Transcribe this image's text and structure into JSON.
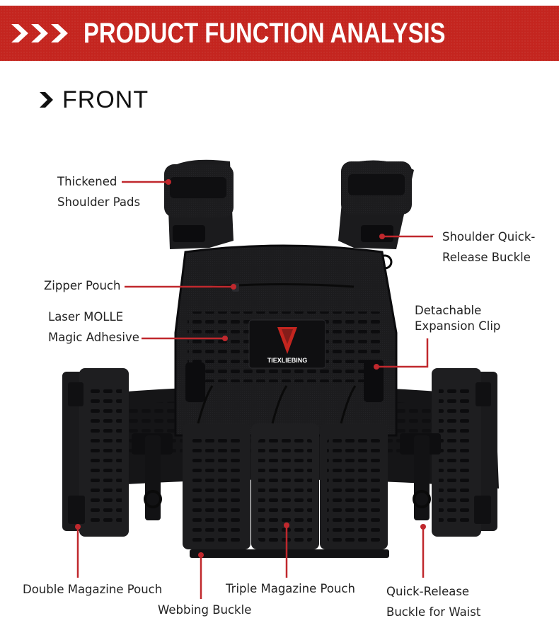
{
  "header": {
    "title": "PRODUCT FUNCTION ANALYSIS"
  },
  "section": {
    "title": "FRONT"
  },
  "product": {
    "patch_text": "TIEXLIEBING"
  },
  "callouts": {
    "thickened_shoulder_pads": {
      "line1": "Thickened",
      "line2": "Shoulder Pads"
    },
    "shoulder_quick_release": {
      "line1": "Shoulder Quick-",
      "line2": "Release Buckle"
    },
    "zipper_pouch": {
      "text": "Zipper Pouch"
    },
    "laser_molle": {
      "line1": "Laser MOLLE",
      "line2": "Magic Adhesive"
    },
    "detachable_clip": {
      "line1": "Detachable",
      "line2": "Expansion Clip"
    },
    "double_mag_pouch": {
      "text": "Double Magazine Pouch"
    },
    "triple_mag_pouch": {
      "text": "Triple Magazine Pouch"
    },
    "webbing_buckle": {
      "text": "Webbing Buckle"
    },
    "waist_release": {
      "line1": "Quick-Release",
      "line2": "Buckle for Waist"
    }
  },
  "colors": {
    "accent": "#c4251f",
    "leader_line": "#c0282d",
    "vest": "#1a1a1c",
    "text": "#222222"
  }
}
